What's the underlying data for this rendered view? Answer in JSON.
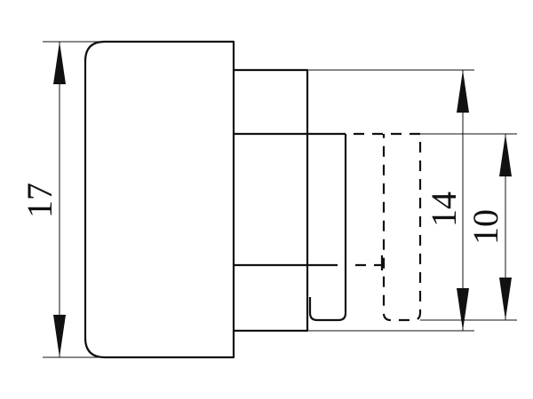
{
  "dimensions": {
    "overall_height": "17",
    "middle_height": "14",
    "inner_height": "10"
  }
}
